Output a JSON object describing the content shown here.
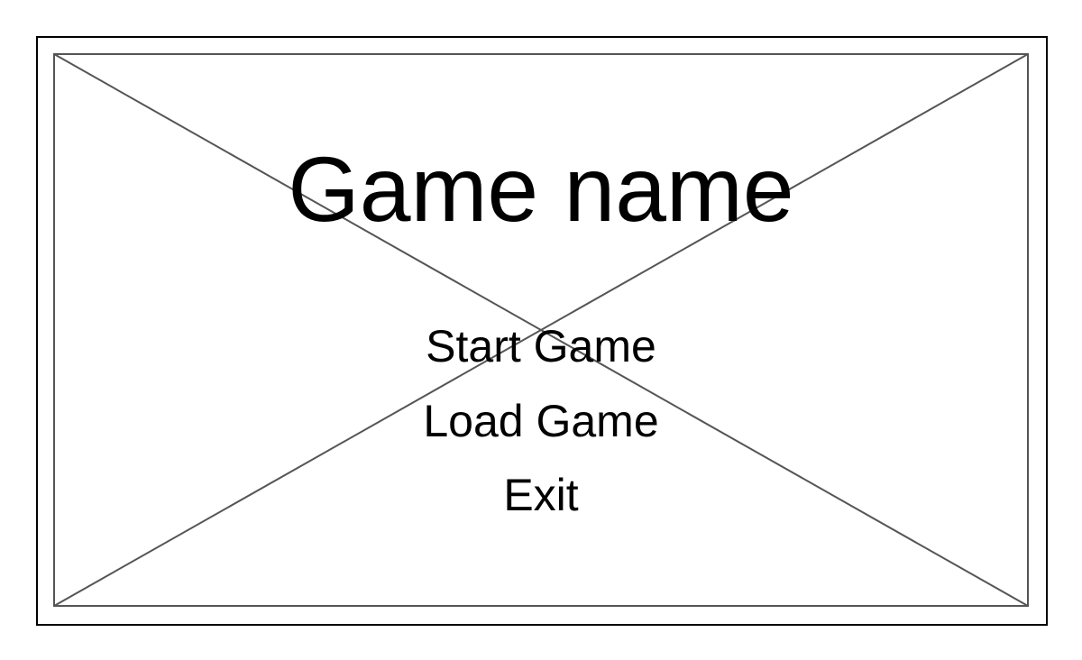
{
  "screen": {
    "title": "Game name",
    "background_placeholder_icon": "image-placeholder-icon",
    "line_color": "#555555",
    "frame_color": "#000000"
  },
  "menu": {
    "items": [
      {
        "label": "Start Game"
      },
      {
        "label": "Load Game"
      },
      {
        "label": "Exit"
      }
    ]
  }
}
